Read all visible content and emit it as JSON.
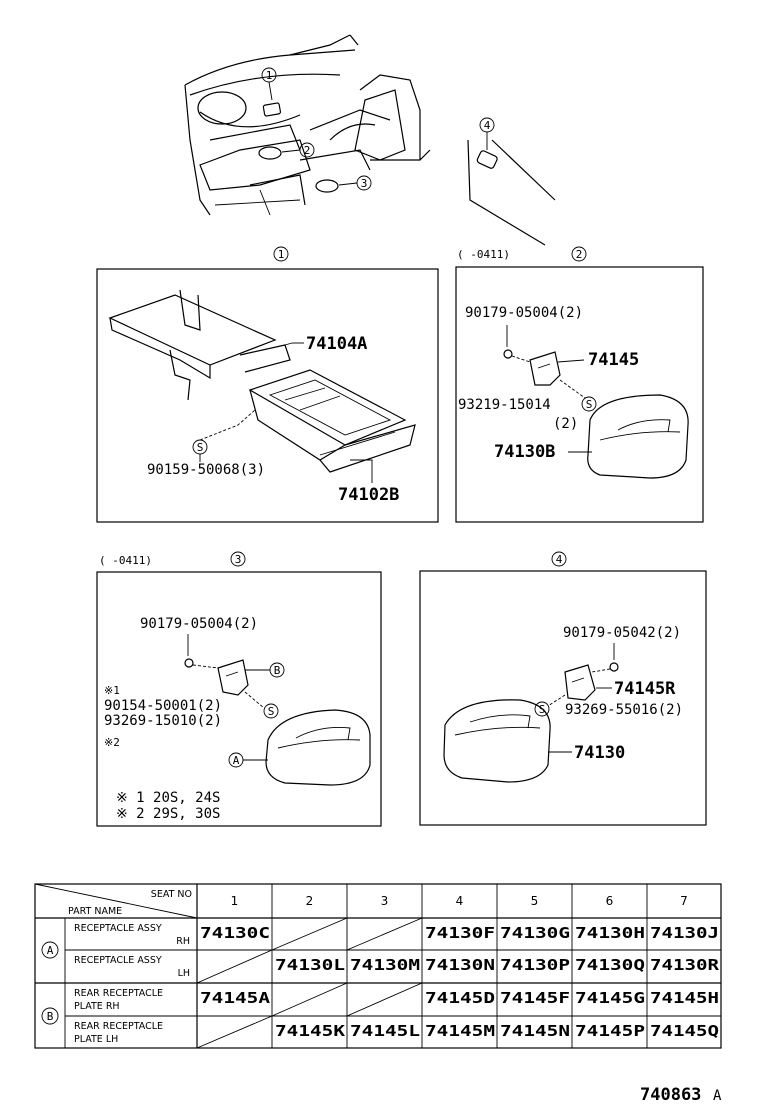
{
  "callouts": {
    "c1": "1",
    "c2": "2",
    "c3": "3",
    "c4": "4"
  },
  "panel1": {
    "number": "1",
    "part_a": "74104A",
    "part_b": "74102B",
    "screw": "90159-50068(3)",
    "s_mark": "S"
  },
  "panel2": {
    "number": "2",
    "range": "(     -0411)",
    "nut": "90179-05004(2)",
    "bracket": "74145",
    "screw": "93219-15014",
    "screw_qty": "(2)",
    "s_mark": "S",
    "receptacle": "74130B"
  },
  "panel3": {
    "number": "3",
    "range": "(     -0411)",
    "nut": "90179-05004(2)",
    "note1_mark": "※1",
    "screw1": "90154-50001(2)",
    "screw2": "93269-15010(2)",
    "note2_mark": "※2",
    "s_mark": "S",
    "a_mark": "A",
    "b_mark": "B",
    "footnote1": "※ 1 20S, 24S",
    "footnote2": "※ 2 29S, 30S"
  },
  "panel4": {
    "number": "4",
    "nut": "90179-05042(2)",
    "bracket": "74145R",
    "s_mark": "S",
    "screw": "93269-55016(2)",
    "receptacle": "74130"
  },
  "table": {
    "header_seat": "SEAT NO",
    "header_part": "PART NAME",
    "seat_numbers": [
      "1",
      "2",
      "3",
      "4",
      "5",
      "6",
      "7"
    ],
    "groups": [
      {
        "mark": "A"
      },
      {
        "mark": "B"
      }
    ],
    "rows": [
      {
        "name1": "RECEPTACLE ASSY",
        "name2": "RH",
        "cells": [
          "74130C",
          "",
          "",
          "74130F",
          "74130G",
          "74130H",
          "74130J"
        ]
      },
      {
        "name1": "RECEPTACLE ASSY",
        "name2": "LH",
        "cells": [
          "",
          "74130L",
          "74130M",
          "74130N",
          "74130P",
          "74130Q",
          "74130R"
        ]
      },
      {
        "name1": "REAR RECEPTACLE",
        "name2": "PLATE        RH",
        "cells": [
          "74145A",
          "",
          "",
          "74145D",
          "74145F",
          "74145G",
          "74145H"
        ]
      },
      {
        "name1": "REAR RECEPTACLE",
        "name2": "PLATE        LH",
        "cells": [
          "",
          "74145K",
          "74145L",
          "74145M",
          "74145N",
          "74145P",
          "74145Q"
        ]
      }
    ]
  },
  "figure_id": "740863",
  "figure_suffix": "A"
}
